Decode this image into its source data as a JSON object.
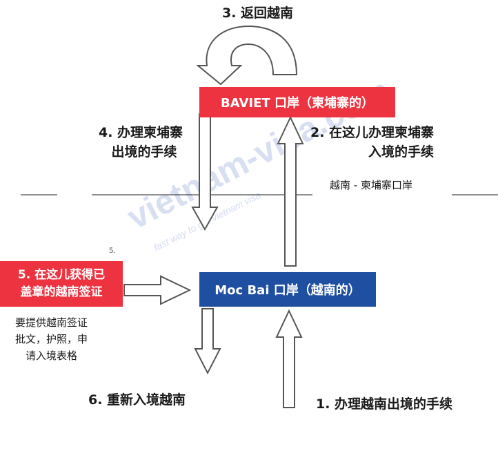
{
  "colors": {
    "red": "#ee3340",
    "blue": "#1f4fa0",
    "arrow_stroke": "#555555"
  },
  "watermark": {
    "main": "vietnam-visa.com",
    "sub": "fast way to get vietnam visa"
  },
  "boxes": {
    "baviet": "BAVIET 口岸（柬埔寨的）",
    "mocbai": "Moc Bai 口岸（越南的）",
    "visa": [
      "5. 在这儿获得已",
      "盖章的越南签证"
    ]
  },
  "steps": {
    "step1": "1. 办理越南出境的手续",
    "step2": [
      "2. 在这儿办理柬埔寨",
      "入境的手续"
    ],
    "step3": "3. 返回越南",
    "step4": [
      "4. 办理柬埔寨",
      "出境的手续"
    ],
    "step6": "6. 重新入境越南"
  },
  "border_label": "越南 - 柬埔寨口岸",
  "small_five": "5.",
  "requirements": [
    "要提供越南签证",
    "批文，护照，申",
    "请入境表格"
  ]
}
